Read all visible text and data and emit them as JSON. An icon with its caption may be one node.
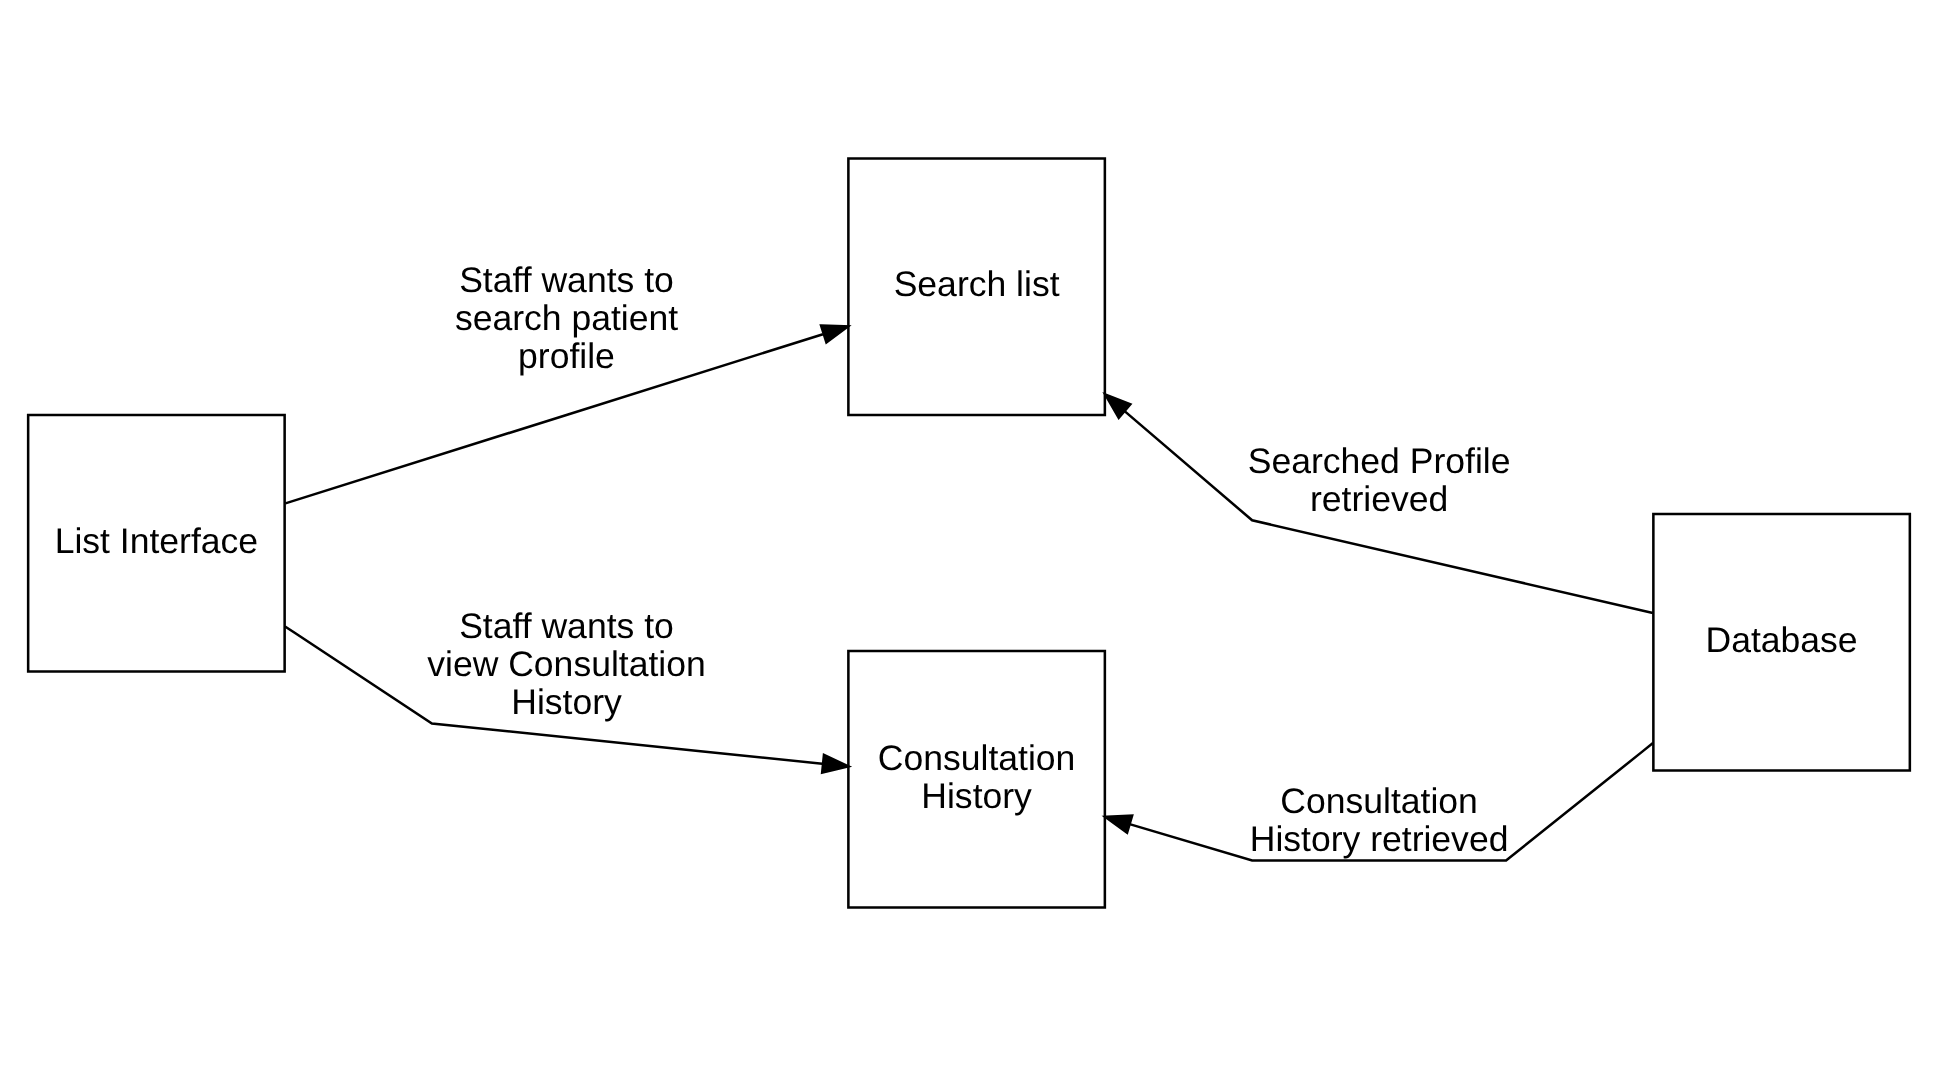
{
  "diagram": {
    "nodes": [
      {
        "text": [
          "List Interface"
        ]
      },
      {
        "text": [
          "Search list"
        ]
      },
      {
        "text": [
          "Consultation History"
        ]
      },
      {
        "text": [
          "Database"
        ]
      }
    ],
    "edges": [
      {
        "from": 0,
        "to": 1,
        "arrow": "to",
        "label": "Staff wants to search patient profile"
      },
      {
        "from": 0,
        "to": 2,
        "arrow": "to",
        "label": "Staff wants to view Consultation History"
      },
      {
        "from": 3,
        "to": 1,
        "arrow": "to",
        "label": "Searched Profile retrieved"
      },
      {
        "from": 3,
        "to": 2,
        "arrow": "to",
        "label": "Consultation History retrieved"
      }
    ]
  }
}
